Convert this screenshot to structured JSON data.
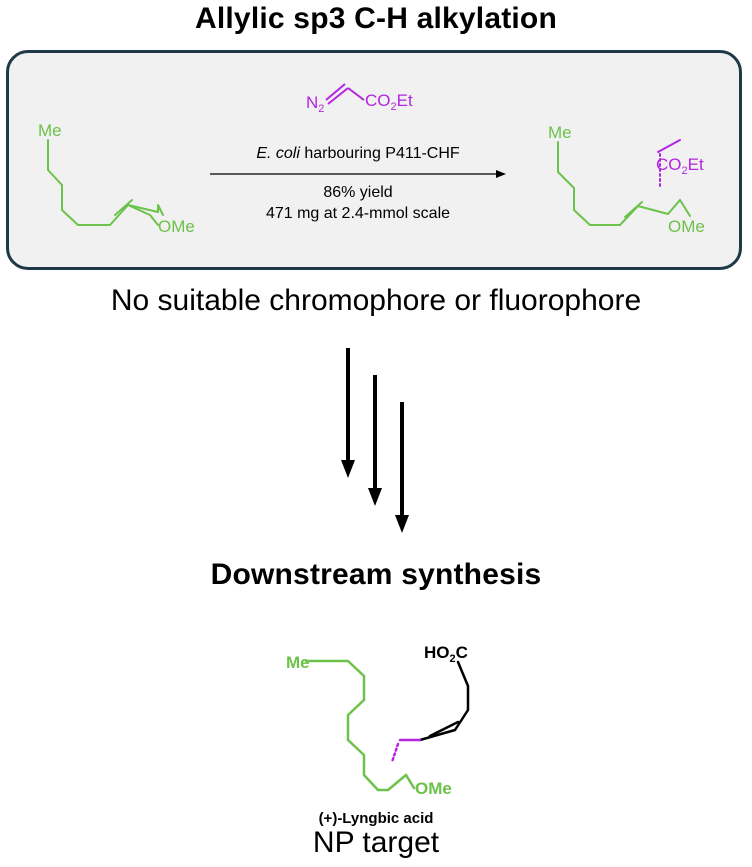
{
  "header": {
    "title": "Allylic sp3 C-H alkylation"
  },
  "reaction": {
    "reagent_left": "N",
    "reagent_sub": "2",
    "reagent_group": "CO",
    "reagent_group_sub": "2",
    "reagent_group_tail": "Et",
    "condition_1_italic": "E. coli",
    "condition_1_rest": " harbouring P411-CHF",
    "condition_2": "86% yield",
    "condition_3": "471 mg at 2.4-mmol scale",
    "substrate_me": "Me",
    "substrate_ome": "OMe",
    "product_me": "Me",
    "product_co": "CO",
    "product_co_sub": "2",
    "product_co_tail": "Et",
    "product_ome": "OMe"
  },
  "note": {
    "text": "No suitable chromophore or fluorophore"
  },
  "downstream": {
    "title": "Downstream synthesis"
  },
  "target": {
    "me": "Me",
    "acid_ho": "HO",
    "acid_sub": "2",
    "acid_c": "C",
    "ome": "OMe",
    "name": "(+)-Lyngbic acid",
    "label": "NP target"
  },
  "colors": {
    "green": "#6cc24a",
    "purple": "#b325e0",
    "border": "#1f3a46",
    "panel": "#f1f1f1"
  }
}
